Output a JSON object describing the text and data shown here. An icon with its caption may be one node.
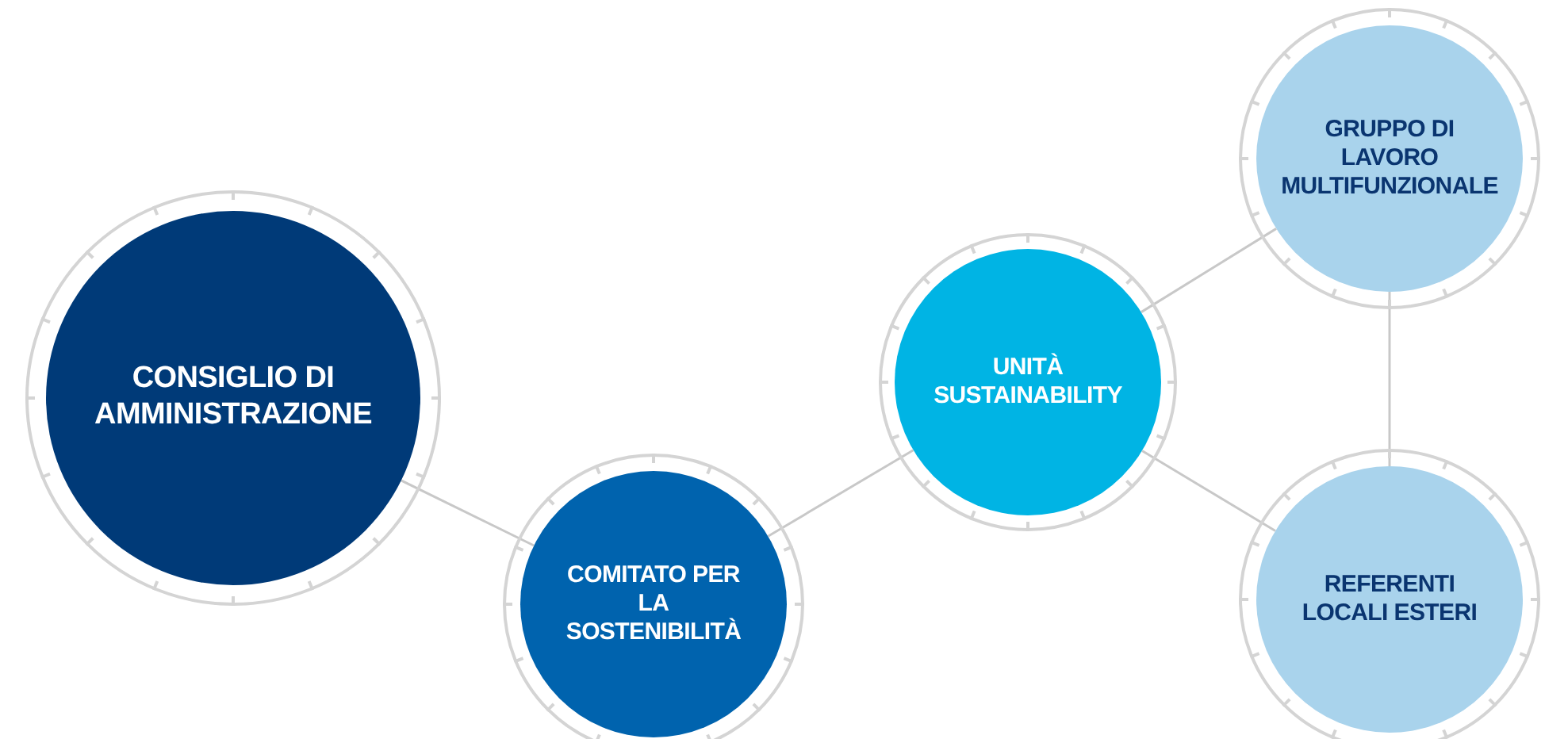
{
  "diagram": {
    "nodes": [
      {
        "text": [
          "CONSIGLIO DI AMMINISTRAZIONE"
        ]
      },
      {
        "text": [
          "COMITATO PER LA SOSTENIBILITÀ"
        ]
      },
      {
        "text": [
          "UNITÀ SUSTAINABILITY"
        ]
      },
      {
        "text": [
          "GRUPPO DI LAVORO MULTIFUNZIONALE"
        ]
      },
      {
        "text": [
          "REFERENTI LOCALI ESTERI"
        ]
      }
    ],
    "edges": [
      {
        "from": 0,
        "to": 1,
        "arrow": "none"
      },
      {
        "from": 1,
        "to": 2,
        "arrow": "none"
      },
      {
        "from": 2,
        "to": 3,
        "arrow": "none"
      },
      {
        "from": 2,
        "to": 4,
        "arrow": "none"
      },
      {
        "from": 3,
        "to": 4,
        "arrow": "none"
      }
    ]
  }
}
